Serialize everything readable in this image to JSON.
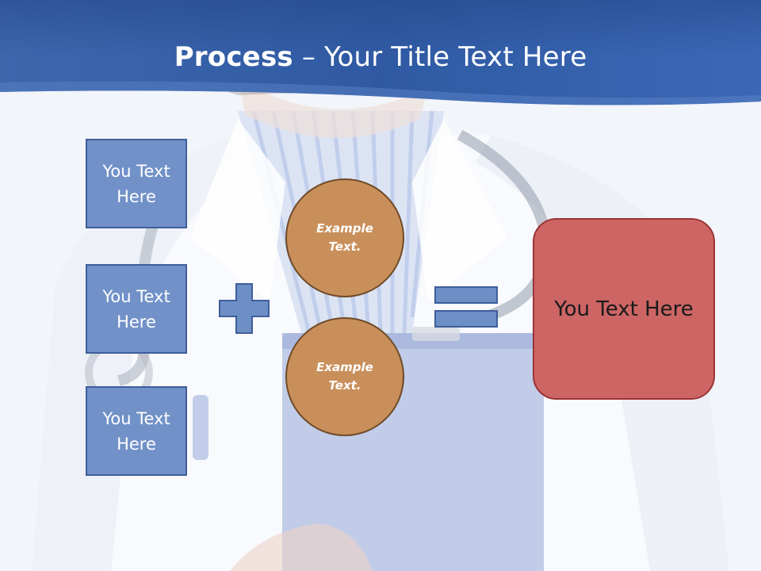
{
  "title": {
    "bold": "Process",
    "rest": " – Your Title Text Here"
  },
  "left_boxes": [
    {
      "label": "You Text Here"
    },
    {
      "label": "You Text Here"
    },
    {
      "label": "You Text Here"
    }
  ],
  "circles": [
    {
      "label": "Example Text."
    },
    {
      "label": "Example Text."
    }
  ],
  "operators": {
    "plus_icon": "plus-icon",
    "equals_icon": "equals-icon"
  },
  "result": {
    "label": "You Text Here"
  },
  "colors": {
    "banner": "#3b63a8",
    "box_fill": "#7191c8",
    "box_border": "#3f5e9a",
    "circle_fill": "#c98f5b",
    "circle_border": "#6f4a27",
    "result_fill": "#cd6565",
    "result_border": "#9b3535",
    "operator_fill": "#6e8fc6"
  }
}
